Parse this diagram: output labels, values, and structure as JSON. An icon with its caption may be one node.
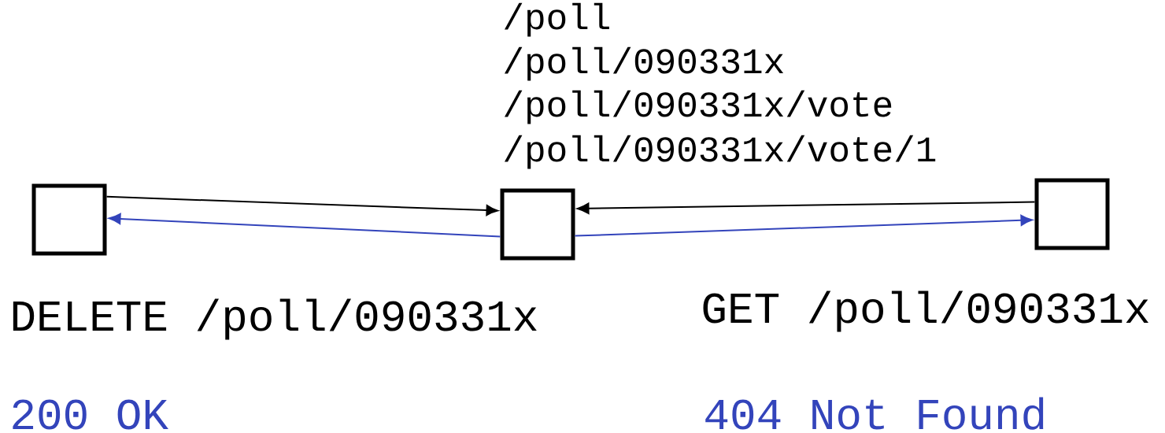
{
  "diagram": {
    "nodes": [
      {
        "text": [],
        "shape": "box",
        "beside": [
          "DELETE /poll/090331x",
          "200 OK"
        ]
      },
      {
        "text": [],
        "shape": "box",
        "beside": [
          "/poll",
          "/poll/090331x",
          "/poll/090331x/vote",
          "/poll/090331x/vote/1"
        ]
      },
      {
        "text": [],
        "shape": "box",
        "beside": [
          "GET /poll/090331x",
          "404 Not Found"
        ]
      }
    ],
    "edges": [
      {
        "from": 0,
        "to": 1,
        "arrow": "to"
      },
      {
        "from": 1,
        "to": 0,
        "arrow": "to",
        "color": "#3344bb"
      },
      {
        "from": 2,
        "to": 1,
        "arrow": "to"
      },
      {
        "from": 1,
        "to": 2,
        "arrow": "to",
        "color": "#3344bb"
      }
    ]
  }
}
